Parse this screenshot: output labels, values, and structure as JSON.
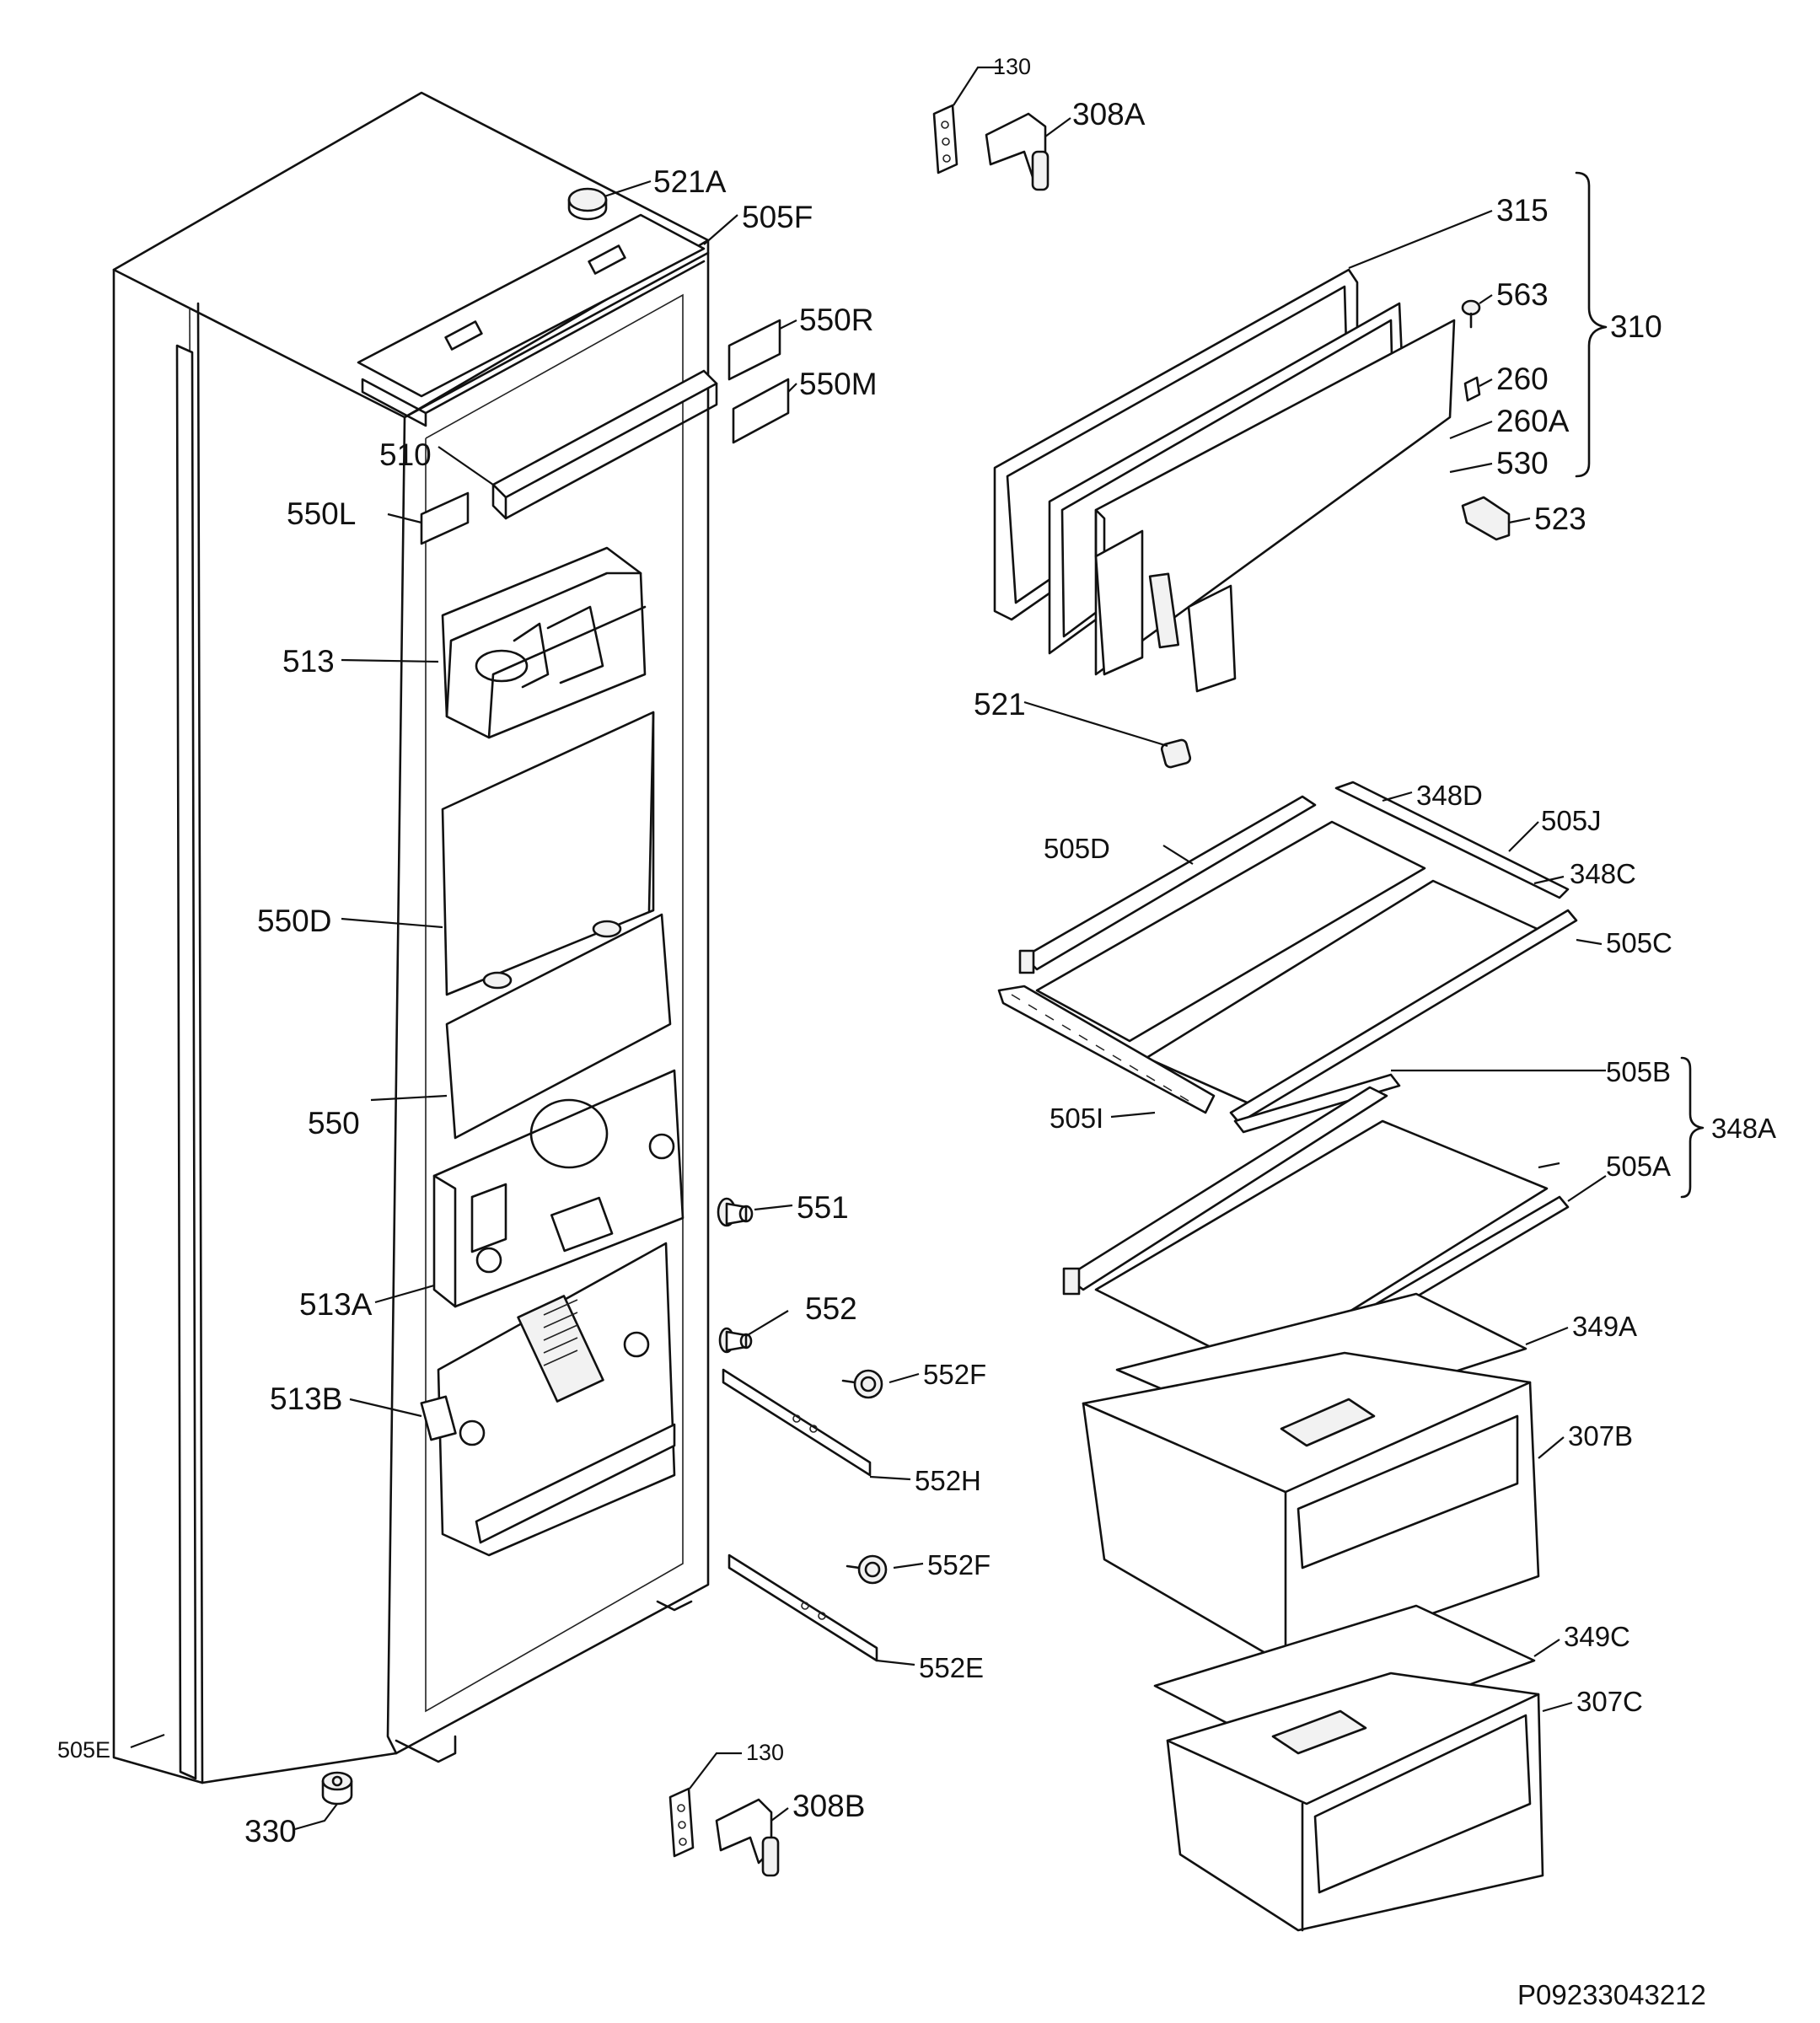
{
  "drawing_code": "P09233043212",
  "labels": {
    "l130a": "130",
    "l308a": "308A",
    "l521a": "521A",
    "l505f": "505F",
    "l315": "315",
    "l563": "563",
    "l310": "310",
    "l260": "260",
    "l260a": "260A",
    "l530": "530",
    "l523": "523",
    "l550r": "550R",
    "l550m": "550M",
    "l510": "510",
    "l550l": "550L",
    "l513": "513",
    "l521": "521",
    "l348d": "348D",
    "l505j": "505J",
    "l505d": "505D",
    "l348c": "348C",
    "l505c": "505C",
    "l550d": "550D",
    "l550": "550",
    "l505b": "505B",
    "l505i": "505I",
    "l348a": "348A",
    "l505a": "505A",
    "l551": "551",
    "l513a": "513A",
    "l552": "552",
    "l349a": "349A",
    "l552f1": "552F",
    "l513b": "513B",
    "l307b": "307B",
    "l552h": "552H",
    "l552f2": "552F",
    "l349c": "349C",
    "l552e": "552E",
    "l307c": "307C",
    "l505e": "505E",
    "l130b": "130",
    "l308b": "308B",
    "l330": "330"
  }
}
